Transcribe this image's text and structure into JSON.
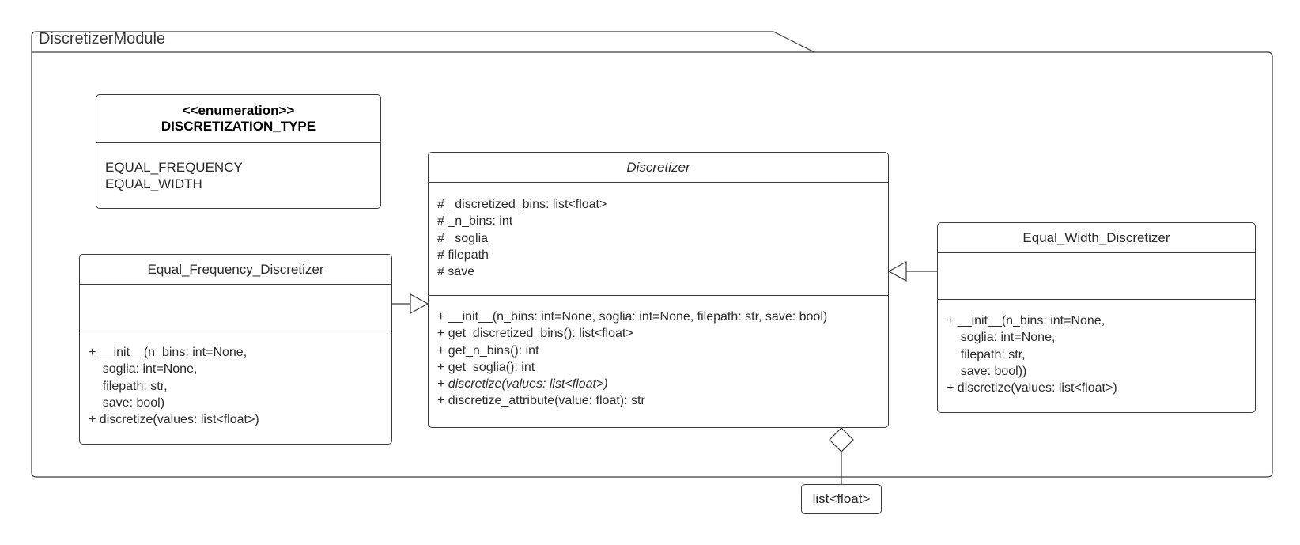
{
  "package": {
    "name": "DiscretizerModule"
  },
  "enumeration": {
    "stereotype": "<<enumeration>>",
    "name": "DISCRETIZATION_TYPE",
    "literals": [
      "EQUAL_FREQUENCY",
      "EQUAL_WIDTH"
    ]
  },
  "discretizer": {
    "name": "Discretizer",
    "attributes": [
      "# _discretized_bins: list<float>",
      "# _n_bins: int",
      "# _soglia",
      "# filepath",
      "# save"
    ],
    "operations": [
      "+ __init__(n_bins: int=None, soglia: int=None, filepath: str, save: bool)",
      "+ get_discretized_bins(): list<float>",
      "+ get_n_bins(): int",
      "+ get_soglia(): int",
      "+ discretize(values: list<float>)",
      "+ discretize_attribute(value: float): str"
    ]
  },
  "equal_frequency": {
    "name": "Equal_Frequency_Discretizer",
    "operations": [
      "+ __init__(n_bins: int=None,",
      "    soglia: int=None,",
      "    filepath: str,",
      "    save: bool)",
      "+ discretize(values: list<float>)"
    ]
  },
  "equal_width": {
    "name": "Equal_Width_Discretizer",
    "operations": [
      "+ __init__(n_bins: int=None,",
      "    soglia: int=None,",
      "    filepath: str,",
      "    save: bool))",
      "+ discretize(values: list<float>)"
    ]
  },
  "aggregated": {
    "label": "list<float>"
  }
}
